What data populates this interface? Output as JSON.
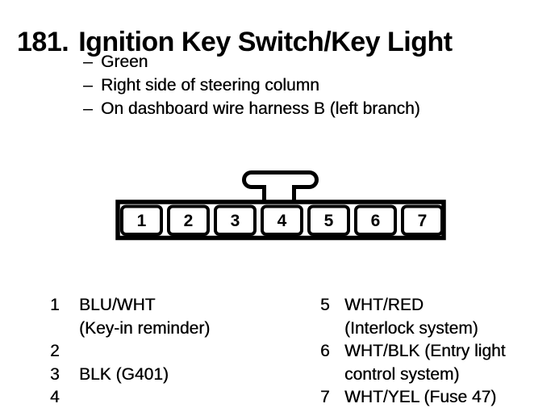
{
  "page": {
    "title_number": "181.",
    "title_text": "Ignition Key Switch/Key Light"
  },
  "details": {
    "marker": "–",
    "items": [
      "Green",
      "Right side of steering column",
      "On dashboard wire harness B (left branch)"
    ]
  },
  "connector": {
    "pins": [
      "1",
      "2",
      "3",
      "4",
      "5",
      "6",
      "7"
    ]
  },
  "pin_assignments": {
    "left_column": [
      {
        "num": "1",
        "text": "BLU/WHT"
      },
      {
        "num": "",
        "text": "(Key-in reminder)"
      },
      {
        "num": "2",
        "text": ""
      },
      {
        "num": "3",
        "text": "BLK (G401)"
      },
      {
        "num": "4",
        "text": ""
      }
    ],
    "right_column": [
      {
        "num": "5",
        "text": "WHT/RED"
      },
      {
        "num": "",
        "text": "(Interlock system)"
      },
      {
        "num": "6",
        "text": "WHT/BLK (Entry light"
      },
      {
        "num": "",
        "text": "control system)"
      },
      {
        "num": "7",
        "text": "WHT/YEL (Fuse 47)"
      }
    ]
  },
  "colors": {
    "ink": "#000000",
    "paper": "#ffffff"
  }
}
